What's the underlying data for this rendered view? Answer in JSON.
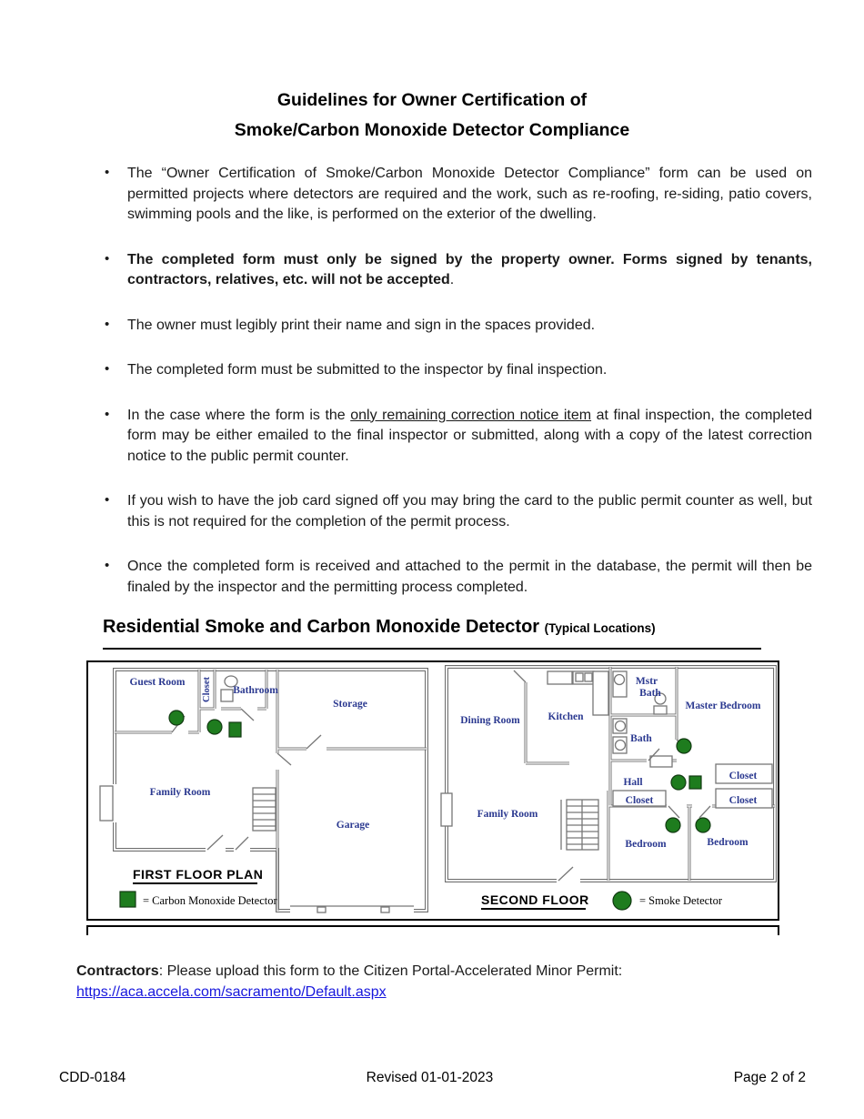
{
  "title": {
    "line1": "Guidelines for Owner Certification of",
    "line2": "Smoke/Carbon Monoxide Detector Compliance"
  },
  "bullets": [
    {
      "text": "The “Owner Certification of Smoke/Carbon Monoxide Detector Compliance” form can be used on permitted projects where detectors are required and the work, such as re-roofing, re-siding, patio covers, swimming pools and the like, is performed on the exterior of the dwelling."
    },
    {
      "bold_text": "The completed form must only be signed by the property owner.  Forms signed by tenants, contractors, relatives, etc. will not be accepted",
      "tail": "."
    },
    {
      "text": "The owner must legibly print their name and sign in the spaces provided."
    },
    {
      "text": "The completed form must be submitted to the inspector by final inspection."
    },
    {
      "pre": "In the case where the form is the ",
      "underlined": "only remaining correction notice item",
      "post": " at final inspection, the completed form may be either emailed to the final inspector or submitted, along with a copy of the latest correction notice to the public permit counter."
    },
    {
      "text": "If you wish to have the job card signed off you may bring the card to the public permit counter as well, but this is not required for the completion of the permit process."
    },
    {
      "text": "Once the completed form is received and attached to the permit in the database, the permit will then be finaled by the inspector and the permitting process completed."
    }
  ],
  "section": {
    "heading": "Residential Smoke and Carbon Monoxide Detector",
    "qualifier": "(Typical Locations)"
  },
  "floorplan": {
    "first": {
      "title": "FIRST FLOOR PLAN",
      "legend_label": "= Carbon Monoxide Detector",
      "rooms": {
        "guest": "Guest Room",
        "closet": "Closet",
        "bathroom": "Bathroom",
        "storage": "Storage",
        "family": "Family Room",
        "garage": "Garage"
      }
    },
    "second": {
      "title": "SECOND FLOOR",
      "legend_label": "= Smoke Detector",
      "rooms": {
        "dining": "Dining Room",
        "kitchen": "Kitchen",
        "mstr_line1": "Mstr",
        "mstr_line2": "Bath",
        "master": "Master Bedroom",
        "bath": "Bath",
        "hall": "Hall",
        "closet_a": "Closet",
        "closet_b": "Closet",
        "closet_c": "Closet",
        "family": "Family Room",
        "bedroom_a": "Bedroom",
        "bedroom_b": "Bedroom"
      }
    }
  },
  "contractors": {
    "label": "Contractors",
    "tail": ":  Please upload this form to the Citizen Portal-Accelerated Minor Permit:",
    "link": "https://aca.accela.com/sacramento/Default.aspx"
  },
  "footer": {
    "left": "CDD-0184",
    "center": "Revised 01-01-2023",
    "right": "Page 2 of 2"
  },
  "colors": {
    "detector_green": "#1e7c1e",
    "room_label": "#2b3990",
    "link_blue": "#1717dd"
  }
}
